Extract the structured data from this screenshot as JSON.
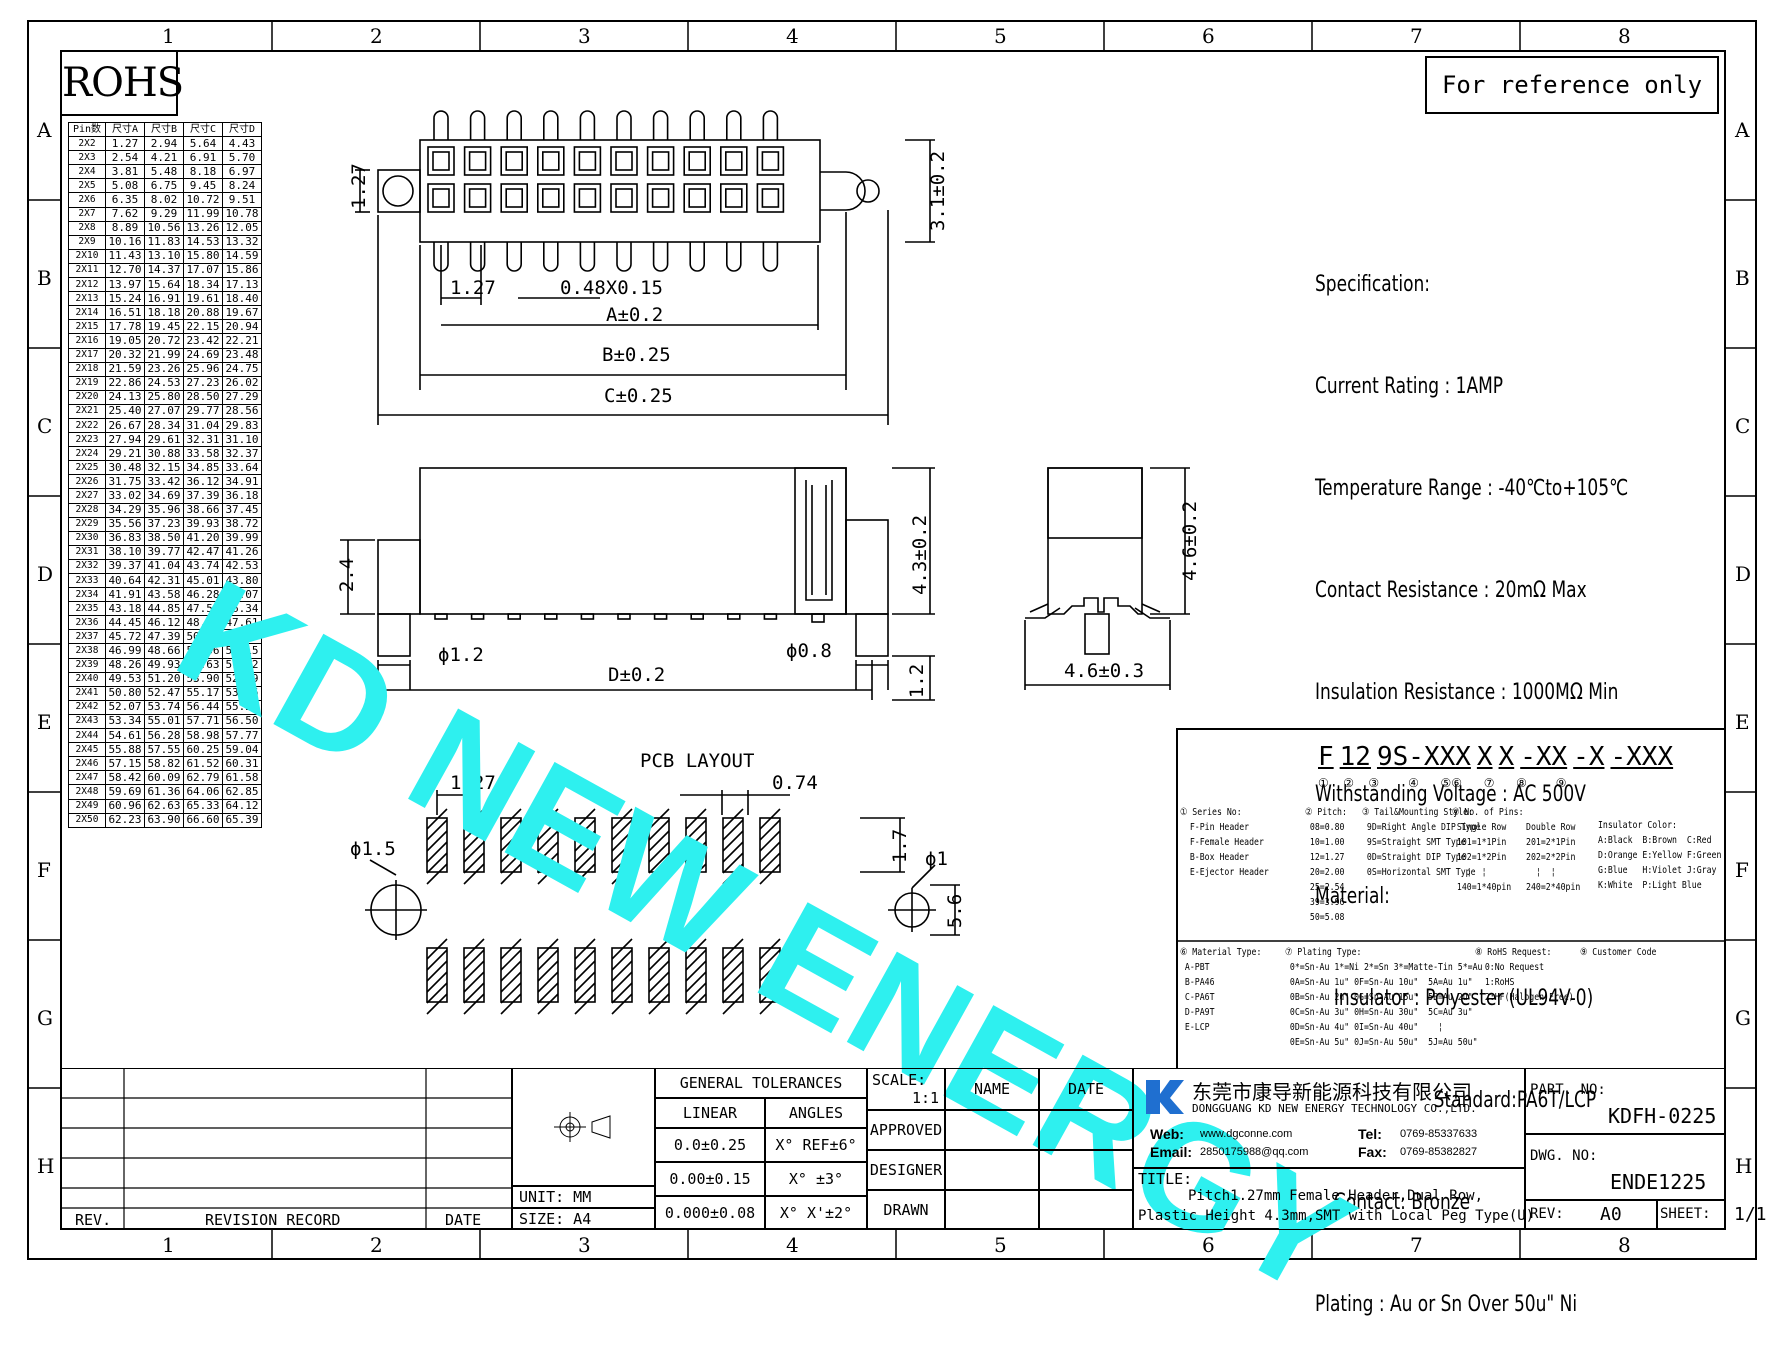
{
  "zones": {
    "columns": [
      "1",
      "2",
      "3",
      "4",
      "5",
      "6",
      "7",
      "8"
    ],
    "rows": [
      "A",
      "B",
      "C",
      "D",
      "E",
      "F",
      "G",
      "H"
    ]
  },
  "rohs": "ROHS",
  "reference_note": "For reference only",
  "watermark": "KD NEW ENERGY",
  "dim_table": {
    "headers": [
      "Pin数",
      "尺寸A",
      "尺寸B",
      "尺寸C",
      "尺寸D"
    ],
    "rows": [
      [
        "2X2",
        "1.27",
        "2.94",
        "5.64",
        "4.43"
      ],
      [
        "2X3",
        "2.54",
        "4.21",
        "6.91",
        "5.70"
      ],
      [
        "2X4",
        "3.81",
        "5.48",
        "8.18",
        "6.97"
      ],
      [
        "2X5",
        "5.08",
        "6.75",
        "9.45",
        "8.24"
      ],
      [
        "2X6",
        "6.35",
        "8.02",
        "10.72",
        "9.51"
      ],
      [
        "2X7",
        "7.62",
        "9.29",
        "11.99",
        "10.78"
      ],
      [
        "2X8",
        "8.89",
        "10.56",
        "13.26",
        "12.05"
      ],
      [
        "2X9",
        "10.16",
        "11.83",
        "14.53",
        "13.32"
      ],
      [
        "2X10",
        "11.43",
        "13.10",
        "15.80",
        "14.59"
      ],
      [
        "2X11",
        "12.70",
        "14.37",
        "17.07",
        "15.86"
      ],
      [
        "2X12",
        "13.97",
        "15.64",
        "18.34",
        "17.13"
      ],
      [
        "2X13",
        "15.24",
        "16.91",
        "19.61",
        "18.40"
      ],
      [
        "2X14",
        "16.51",
        "18.18",
        "20.88",
        "19.67"
      ],
      [
        "2X15",
        "17.78",
        "19.45",
        "22.15",
        "20.94"
      ],
      [
        "2X16",
        "19.05",
        "20.72",
        "23.42",
        "22.21"
      ],
      [
        "2X17",
        "20.32",
        "21.99",
        "24.69",
        "23.48"
      ],
      [
        "2X18",
        "21.59",
        "23.26",
        "25.96",
        "24.75"
      ],
      [
        "2X19",
        "22.86",
        "24.53",
        "27.23",
        "26.02"
      ],
      [
        "2X20",
        "24.13",
        "25.80",
        "28.50",
        "27.29"
      ],
      [
        "2X21",
        "25.40",
        "27.07",
        "29.77",
        "28.56"
      ],
      [
        "2X22",
        "26.67",
        "28.34",
        "31.04",
        "29.83"
      ],
      [
        "2X23",
        "27.94",
        "29.61",
        "32.31",
        "31.10"
      ],
      [
        "2X24",
        "29.21",
        "30.88",
        "33.58",
        "32.37"
      ],
      [
        "2X25",
        "30.48",
        "32.15",
        "34.85",
        "33.64"
      ],
      [
        "2X26",
        "31.75",
        "33.42",
        "36.12",
        "34.91"
      ],
      [
        "2X27",
        "33.02",
        "34.69",
        "37.39",
        "36.18"
      ],
      [
        "2X28",
        "34.29",
        "35.96",
        "38.66",
        "37.45"
      ],
      [
        "2X29",
        "35.56",
        "37.23",
        "39.93",
        "38.72"
      ],
      [
        "2X30",
        "36.83",
        "38.50",
        "41.20",
        "39.99"
      ],
      [
        "2X31",
        "38.10",
        "39.77",
        "42.47",
        "41.26"
      ],
      [
        "2X32",
        "39.37",
        "41.04",
        "43.74",
        "42.53"
      ],
      [
        "2X33",
        "40.64",
        "42.31",
        "45.01",
        "43.80"
      ],
      [
        "2X34",
        "41.91",
        "43.58",
        "46.28",
        "45.07"
      ],
      [
        "2X35",
        "43.18",
        "44.85",
        "47.55",
        "46.34"
      ],
      [
        "2X36",
        "44.45",
        "46.12",
        "48.82",
        "47.61"
      ],
      [
        "2X37",
        "45.72",
        "47.39",
        "50.09",
        "48.88"
      ],
      [
        "2X38",
        "46.99",
        "48.66",
        "51.36",
        "50.15"
      ],
      [
        "2X39",
        "48.26",
        "49.93",
        "52.63",
        "51.42"
      ],
      [
        "2X40",
        "49.53",
        "51.20",
        "53.90",
        "52.69"
      ],
      [
        "2X41",
        "50.80",
        "52.47",
        "55.17",
        "53.96"
      ],
      [
        "2X42",
        "52.07",
        "53.74",
        "56.44",
        "55.23"
      ],
      [
        "2X43",
        "53.34",
        "55.01",
        "57.71",
        "56.50"
      ],
      [
        "2X44",
        "54.61",
        "56.28",
        "58.98",
        "57.77"
      ],
      [
        "2X45",
        "55.88",
        "57.55",
        "60.25",
        "59.04"
      ],
      [
        "2X46",
        "57.15",
        "58.82",
        "61.52",
        "60.31"
      ],
      [
        "2X47",
        "58.42",
        "60.09",
        "62.79",
        "61.58"
      ],
      [
        "2X48",
        "59.69",
        "61.36",
        "64.06",
        "62.85"
      ],
      [
        "2X49",
        "60.96",
        "62.63",
        "65.33",
        "64.12"
      ],
      [
        "2X50",
        "62.23",
        "63.90",
        "66.60",
        "65.39"
      ]
    ]
  },
  "dims": {
    "h127": "1.27",
    "pitch127": "1.27",
    "pin_w": "0.48X0.15",
    "a": "A±0.2",
    "b": "B±0.25",
    "c": "C±0.25",
    "w31": "3.1±0.2",
    "h24": "2.4",
    "h43": "4.3±0.2",
    "phi12": "ϕ1.2",
    "phi08": "ϕ0.8",
    "d": "D±0.2",
    "h12": "1.2",
    "h46": "4.6±0.2",
    "w46": "4.6±0.3",
    "pcb_title": "PCB LAYOUT",
    "pcb_pitch": "1.27",
    "pcb_pad": "0.74",
    "pcb_phi15": "ϕ1.5",
    "pcb_phi1": "ϕ1",
    "pcb_17": "1.7",
    "pcb_56": "5.6"
  },
  "spec": {
    "title": "Specification:",
    "current": "Current Rating : 1AMP",
    "temp": "Temperature Range : -40℃to+105℃",
    "contact_res": "Contact Resistance : 20mΩ Max",
    "insul_res": "Insulation Resistance : 1000MΩ Min",
    "voltage": "Withstanding Voltage : AC 500V",
    "material": "Material:",
    "insulator": "Insulator : Polyester (UL94V-0)",
    "standard": "Standard:PA6T/LCP",
    "contact": "Contact: Bronze",
    "plating": "Plating : Au or Sn Over 50u\" Ni"
  },
  "part_code": {
    "segments": [
      "F",
      "12",
      "9S-XXX",
      "X",
      "X",
      "-XX",
      "-X",
      "-XXX"
    ],
    "numbers": "①  ②  ③    ④   ⑤⑥   ⑦   ⑧    ⑨"
  },
  "legend": {
    "l1": "① Series No:\n  F-Pin Header\n  F-Female Header\n  B-Box Header\n  E-Ejector Header",
    "l2": "② Pitch:\n 08=0.80\n 10=1.00\n 12=1.27\n 20=2.00\n 25=2.54\n 39=3.96\n 50=5.08",
    "l3": "③ Tail&Mounting Style:\n 9D=Right Angle DIP Type\n 9S=Straight SMT Type\n 0D=Straight DIP Type\n 0S=Horizontal SMT Type",
    "l4": "④ No. of Pins:\n Single Row    Double Row\n 101=1*1Pin    201=2*1Pin\n 102=1*2Pin    202=2*2Pin\n   ¦  ¦          ¦  ¦\n 140=1*40pin   240=2*40pin",
    "l5": "Insulator Color:\nA:Black  B:Brown  C:Red\nD:Orange E:Yellow F:Green\nG:Blue   H:Violet J:Gray\nK:White  P:Light Blue",
    "l6": "⑥ Material Type:\n A-PBT\n B-PA46\n C-PA6T\n D-PA9T\n E-LCP",
    "l7": "⑦ Plating Type:\n 0*=Sn-Au 1*=Ni 2*=Sn 3*=Matte-Tin 5*=Au\n 0A=Sn-Au 1u\" 0F=Sn-Au 10u\"  5A=Au 1u\"\n 0B=Sn-Au 2u\" 0G=Sn-Au 15u\"  5B=Au 2u\"\n 0C=Sn-Au 3u\" 0H=Sn-Au 30u\"  5C=Au 3u\"\n 0D=Sn-Au 4u\" 0I=Sn-Au 40u\"    ¦\n 0E=Sn-Au 5u\" 0J=Sn-Au 50u\"  5J=Au 50u\"",
    "l8": "⑧ RoHS Request:\n  0:No Request\n  1:RoHS\n  2:HF(Halogen Free)",
    "l9": "⑨ Customer Code"
  },
  "title_block": {
    "rev": "REV.",
    "revision_record": "REVISION RECORD",
    "date": "DATE",
    "general_tolerances": "GENERAL TOLERANCES",
    "linear": "LINEAR",
    "angles": "ANGLES",
    "unit_label": "UNIT: MM",
    "size_label": "SIZE: A4",
    "lin1": "0.0±0.25",
    "lin2": "0.00±0.15",
    "lin3": "0.000±0.08",
    "ang1": "X° REF±6°",
    "ang2": "X° ±3°",
    "ang3": "X° X'±2°",
    "scale_label": "SCALE:",
    "scale_value": "1:1",
    "name": "NAME",
    "date2": "DATE",
    "approved": "APPROVED",
    "designer": "DESIGNER",
    "drawn": "DRAWN",
    "company_cn": "东莞市康导新能源科技有限公司",
    "company_en": "DONGGUANG KD NEW ENERGY TECHNOLOGY CO.,LTD.",
    "web_label": "Web:",
    "web": "www.dgconne.com",
    "email_label": "Email:",
    "email": "2850175988@qq.com",
    "tel_label": "Tel:",
    "tel": "0769-85337633",
    "fax_label": "Fax:",
    "fax": "0769-85382827",
    "title_label": "TITLE:",
    "title_l1": "Pitch1.27mm Female Header,Dual Row,",
    "title_l2": "Plastic Height 4.3mm,SMT with Local Peg Type(U)",
    "part_no_label": "PART. NO:",
    "part_no": "KDFH-0225",
    "dwg_no_label": "DWG. NO:",
    "dwg_no": "ENDE1225",
    "rev_label": "REV:",
    "rev_value": "A0",
    "sheet_label": "SHEET:",
    "sheet_value": "1/1"
  },
  "colors": {
    "watermark": "#2ef0ef",
    "logo": "#1f6fd0"
  }
}
